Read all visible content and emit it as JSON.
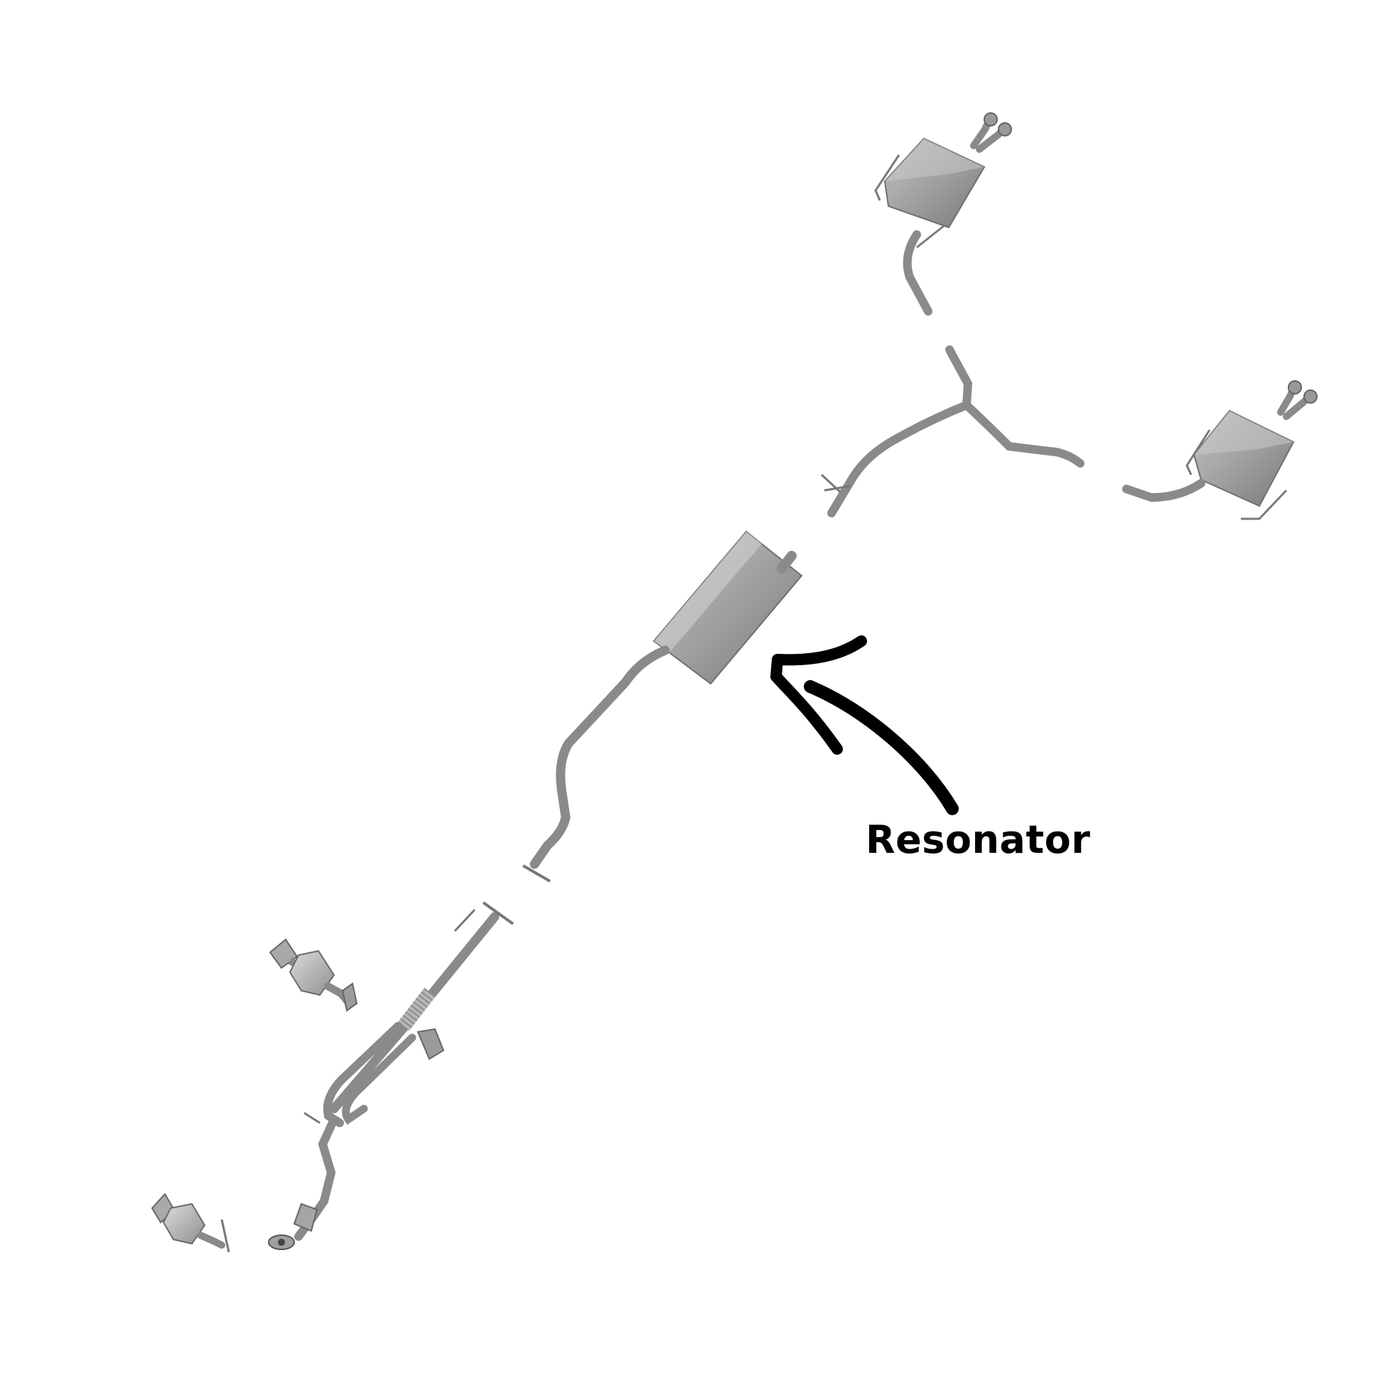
{
  "diagram": {
    "callout_label": "Resonator",
    "colors": {
      "background": "#ffffff",
      "pipe": "#8a8a8a",
      "pipe_dark": "#6b6b6b",
      "body_light": "#b3b3b3",
      "body_dark": "#7d7d7d",
      "arrow": "#000000",
      "label": "#000000"
    },
    "parts": [
      "upper-muffler",
      "right-muffler",
      "y-pipe",
      "resonator",
      "intermediate-pipe",
      "flex-front-pipe",
      "upper-catalytic-converter",
      "lower-catalytic-converter",
      "front-down-pipe"
    ]
  }
}
